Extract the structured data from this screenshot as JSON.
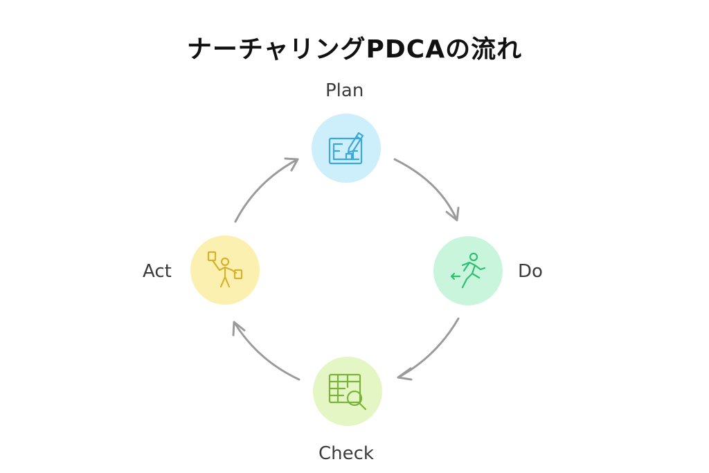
{
  "title": "ナーチャリングPDCAの流れ",
  "steps": [
    {
      "label": "Plan",
      "icon": "plan-board-pencil-icon",
      "fill": "#cdeefb",
      "stroke": "#3aa8d8"
    },
    {
      "label": "Do",
      "icon": "running-person-icon",
      "fill": "#c8f5dc",
      "stroke": "#2fbf72"
    },
    {
      "label": "Check",
      "icon": "table-magnifier-icon",
      "fill": "#e3f6c4",
      "stroke": "#7bb33a"
    },
    {
      "label": "Act",
      "icon": "person-holding-signs-icon",
      "fill": "#fbf0b0",
      "stroke": "#d6b12a"
    }
  ],
  "arrow_color": "#9b9b9b"
}
